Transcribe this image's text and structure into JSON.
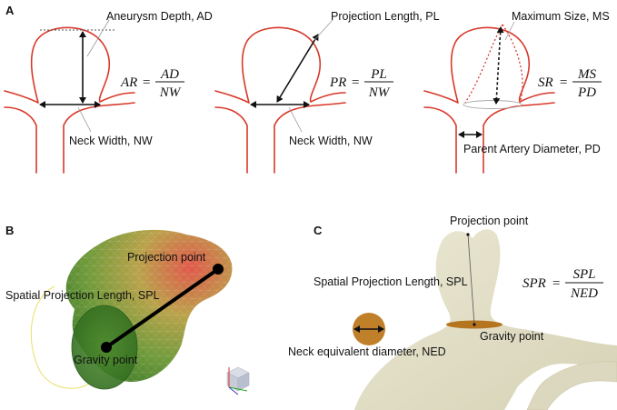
{
  "panels": {
    "a": "A",
    "b": "B",
    "c": "C"
  },
  "panel_a": {
    "ad_label": "Aneurysm Depth, AD",
    "nw_label_1": "Neck Width, NW",
    "pl_label": "Projection Length, PL",
    "nw_label_2": "Neck Width, NW",
    "ms_label": "Maximum Size, MS",
    "pd_label": "Parent Artery Diameter, PD",
    "eq_ar": {
      "lhs": "AR",
      "num": "AD",
      "den": "NW"
    },
    "eq_pr": {
      "lhs": "PR",
      "num": "PL",
      "den": "NW"
    },
    "eq_sr": {
      "lhs": "SR",
      "num": "MS",
      "den": "PD"
    }
  },
  "panel_b": {
    "projection_point": "Projection point",
    "spl_label": "Spatial Projection Length, SPL",
    "gravity_point": "Gravity point"
  },
  "panel_c": {
    "projection_point": "Projection point",
    "spl_label": "Spatial Projection Length, SPL",
    "gravity_point": "Gravity point",
    "ned_label": "Neck equivalent diameter, NED",
    "eq_spr": {
      "lhs": "SPR",
      "num": "SPL",
      "den": "NED"
    }
  },
  "colors": {
    "vessel": "#d8392b",
    "aneurysm_c": "#e4e0c8",
    "ned_disc": "#c0802a"
  }
}
